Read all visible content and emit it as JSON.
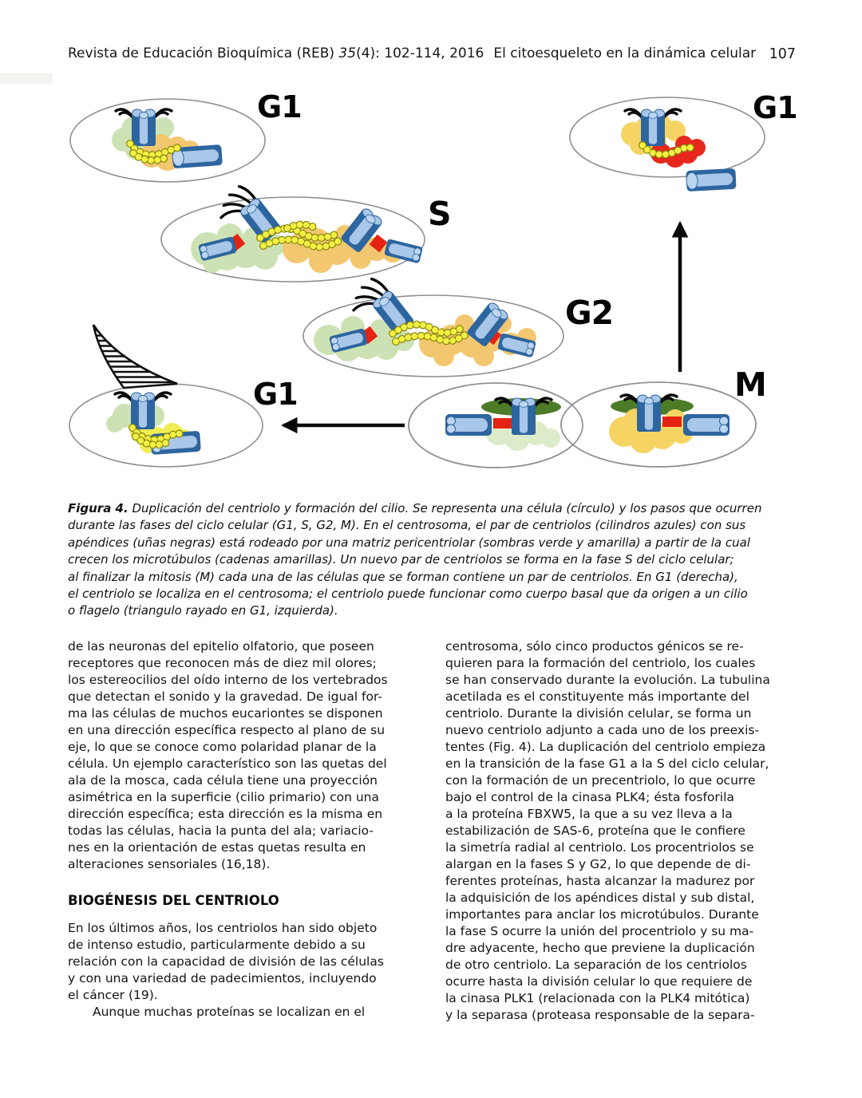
{
  "header": {
    "journal": "Revista de Educación Bioquímica (REB)",
    "volume_italic": " 35",
    "issue_info": "(4): 102-114, 2016",
    "article_title": "El citoesqueleto en la dinámica celular",
    "page_number": "107"
  },
  "figure": {
    "labels": {
      "g1_top_left": "G1",
      "g1_top_right": "G1",
      "s_phase": "S",
      "g2_phase": "G2",
      "m_phase": "M",
      "g1_bottom": "G1"
    },
    "colors": {
      "centriole_blue_dark": "#2d659f",
      "centriole_blue_light": "#a9c7e8",
      "matrix_green": "#cde2b4",
      "matrix_orange": "#f3c76f",
      "matrix_yellow": "#f6d464",
      "matrix_red": "#e8271d",
      "microtubule_yellow": "#f3ef44",
      "connector_red": "#e42313",
      "spindle_green": "#4c7c28"
    },
    "caption_prefix": "Figura 4.",
    "caption_text": " Duplicación del centriolo y formación del cilio. Se representa una célula (círculo) y los pasos que ocurren\ndurante las fases del ciclo celular (G1, S, G2, M). En el centrosoma, el par de centriolos (cilindros azules) con sus\napéndices (uñas negras) está rodeado por una matriz pericentriolar (sombras verde y amarilla) a partir de la cual\ncrecen los microtúbulos (cadenas amarillas). Un nuevo par de centriolos se forma en la fase S del ciclo celular;\nal finalizar la mitosis (M) cada una de las células que se forman contiene un par de centriolos. En G1 (derecha),\nel centriolo se localiza en el centrosoma; el centriolo puede funcionar como cuerpo basal que da origen a un cilio\no flagelo (triangulo rayado en G1, izquierda)."
  },
  "body": {
    "left_column": {
      "paragraph1": "de las neuronas del epitelio olfatorio, que poseen\nreceptores que reconocen más de diez mil olores;\nlos estereocilios del oído interno de los vertebrados\nque detectan el sonido y la gravedad. De igual for-\nma las células de muchos eucariontes se disponen\nen una dirección específica respecto al plano de su\neje, lo que se conoce como polaridad planar de la\ncélula. Un ejemplo característico son las quetas del\nala de la mosca, cada célula tiene una proyección\nasimétrica en la superficie (cilio primario) con una\ndirección específica; esta dirección es la misma en\ntodas las células, hacia la punta del ala; variacio-\nnes en la orientación de estas quetas resulta en\nalteraciones sensoriales (16,18).",
      "heading": "BIOGÉNESIS DEL CENTRIOLO",
      "paragraph2": "En los últimos años, los centriolos han sido objeto\nde intenso estudio, particularmente debido a su\nrelación con la capacidad de división de las células\ny con una variedad de padecimientos, incluyendo\nel cáncer (19).",
      "paragraph3": "Aunque muchas proteínas se localizan en el"
    },
    "right_column": {
      "paragraph1": "centrosoma, sólo cinco productos génicos se re-\nquieren para la formación del centriolo, los cuales\nse han conservado durante la evolución. La tubulina\nacetilada es el constituyente más importante del\ncentriolo. Durante la división celular, se forma un\nnuevo centriolo adjunto a cada uno de los preexis-\ntentes (Fig. 4). La duplicación del centriolo empieza\nen la transición de la fase G1 a la S del ciclo celular,\ncon la formación de un precentriolo, lo que ocurre\nbajo el control de la cinasa PLK4; ésta fosforila\na la proteína FBXW5, la que a su vez lleva a la\nestabilización de SAS-6, proteína que le confiere\nla simetría radial al centriolo. Los procentriolos se\nalargan en la fases S y G2, lo que depende de di-\nferentes proteínas, hasta alcanzar la madurez por\nla adquisición de los apéndices distal y sub distal,\nimportantes para anclar los microtúbulos. Durante\nla fase S ocurre la unión del procentriolo y su ma-\ndre adyacente, hecho que previene la duplicación\nde otro centriolo. La separación de los centriolos\nocurre hasta la división celular lo que requiere de\nla cinasa PLK1 (relacionada con la PLK4 mitótica)\ny la separasa (proteasa responsable de la separa-"
    }
  }
}
